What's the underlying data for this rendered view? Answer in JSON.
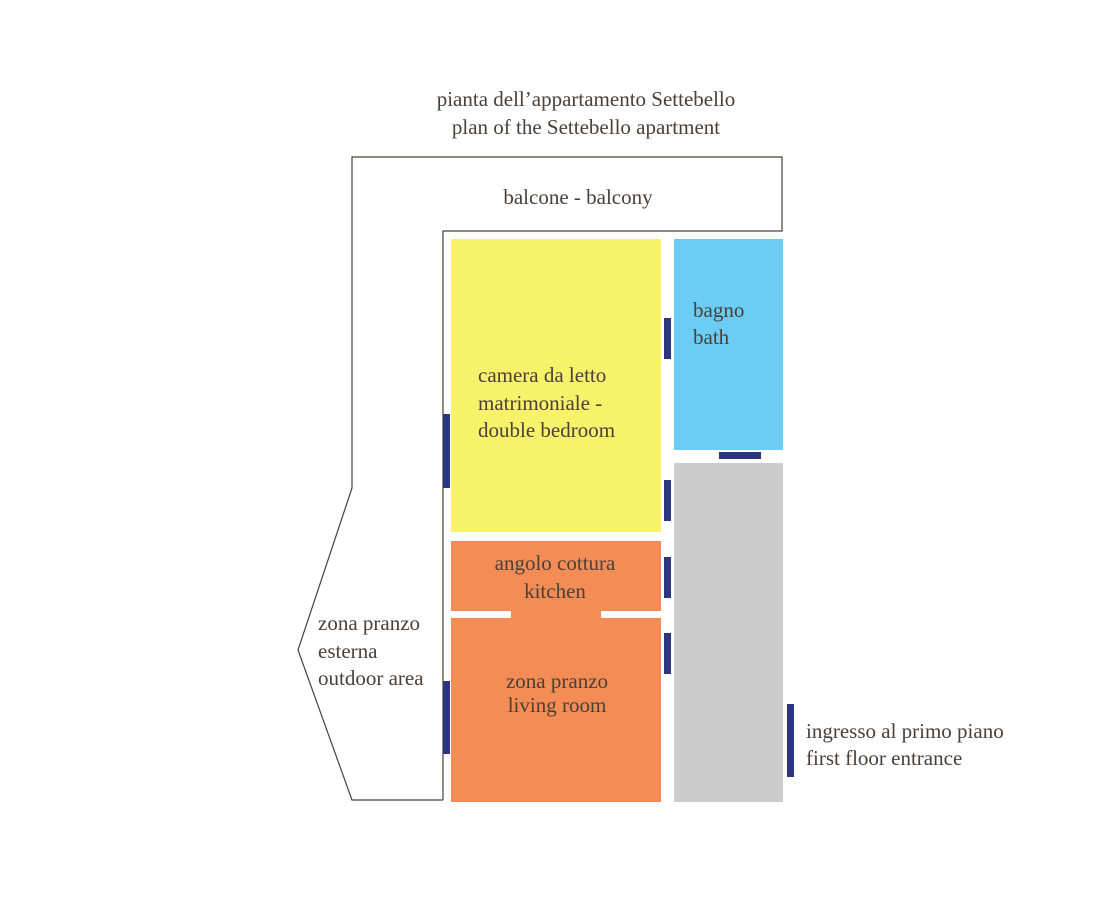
{
  "title": {
    "line1": "pianta dell’appartamento Settebello",
    "line2": "plan of the Settebello apartment"
  },
  "balcony": {
    "label": "balcone - balcony"
  },
  "bedroom": {
    "line1": "camera da letto",
    "line2": "matrimoniale -",
    "line3": "double bedroom",
    "color": "#f8f26a"
  },
  "bath": {
    "line1": "bagno",
    "line2": "bath",
    "color": "#6bcdf4"
  },
  "kitchen": {
    "line1": "angolo cottura",
    "line2": "kitchen",
    "color": "#f48c55"
  },
  "living": {
    "line1": "zona pranzo",
    "line2": "living room",
    "color": "#f48c55"
  },
  "corridor": {
    "color": "#cccccc"
  },
  "outdoor": {
    "line1": "zona pranzo",
    "line2": "esterna",
    "line3": "outdoor area"
  },
  "entrance": {
    "line1": "ingresso al primo piano",
    "line2": "first floor entrance"
  },
  "colors": {
    "door": "#2c3580",
    "outline": "#4a4038",
    "text": "#4a4038"
  }
}
